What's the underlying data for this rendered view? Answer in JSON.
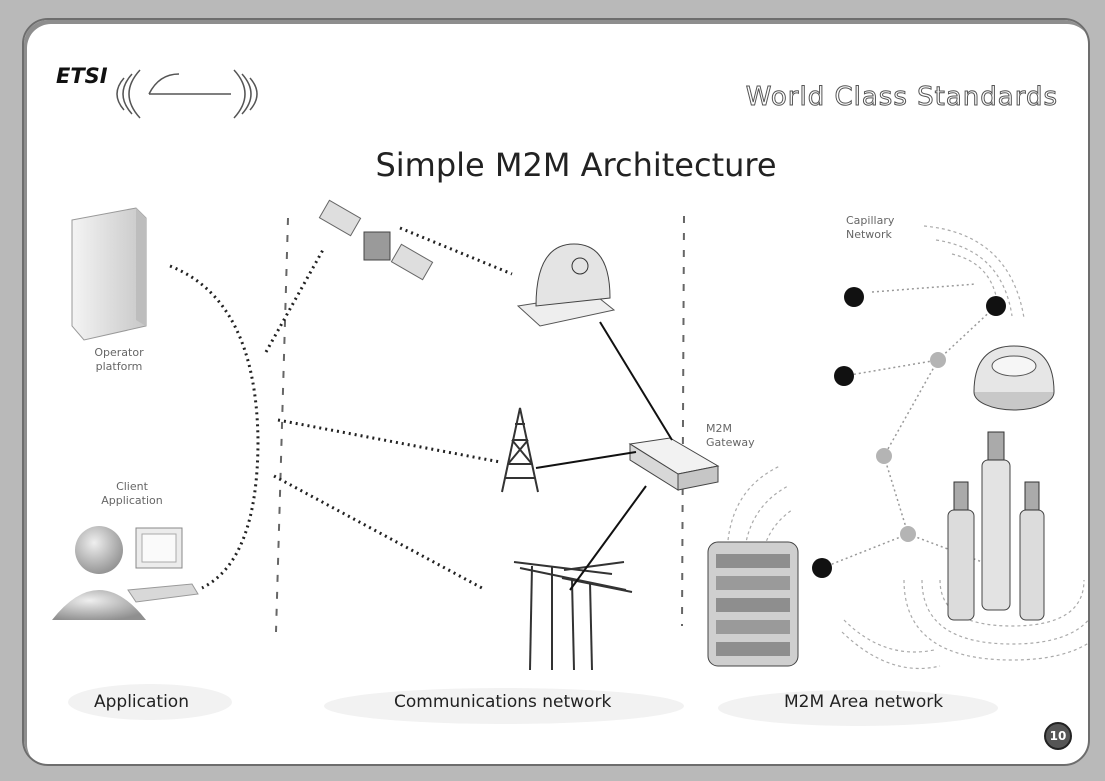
{
  "header": {
    "logo_text": "ETSI",
    "tagline": "World Class Standards",
    "title": "Simple M2M Architecture"
  },
  "labels": {
    "operator_platform": [
      "Operator",
      "platform"
    ],
    "client_application": [
      "Client",
      "Application"
    ],
    "m2m_gateway": [
      "M2M",
      "Gateway"
    ],
    "capillary_network": [
      "Capillary",
      "Network"
    ]
  },
  "sections": {
    "application": "Application",
    "communications": "Communications network",
    "area": "M2M Area network"
  },
  "page_number": "10"
}
